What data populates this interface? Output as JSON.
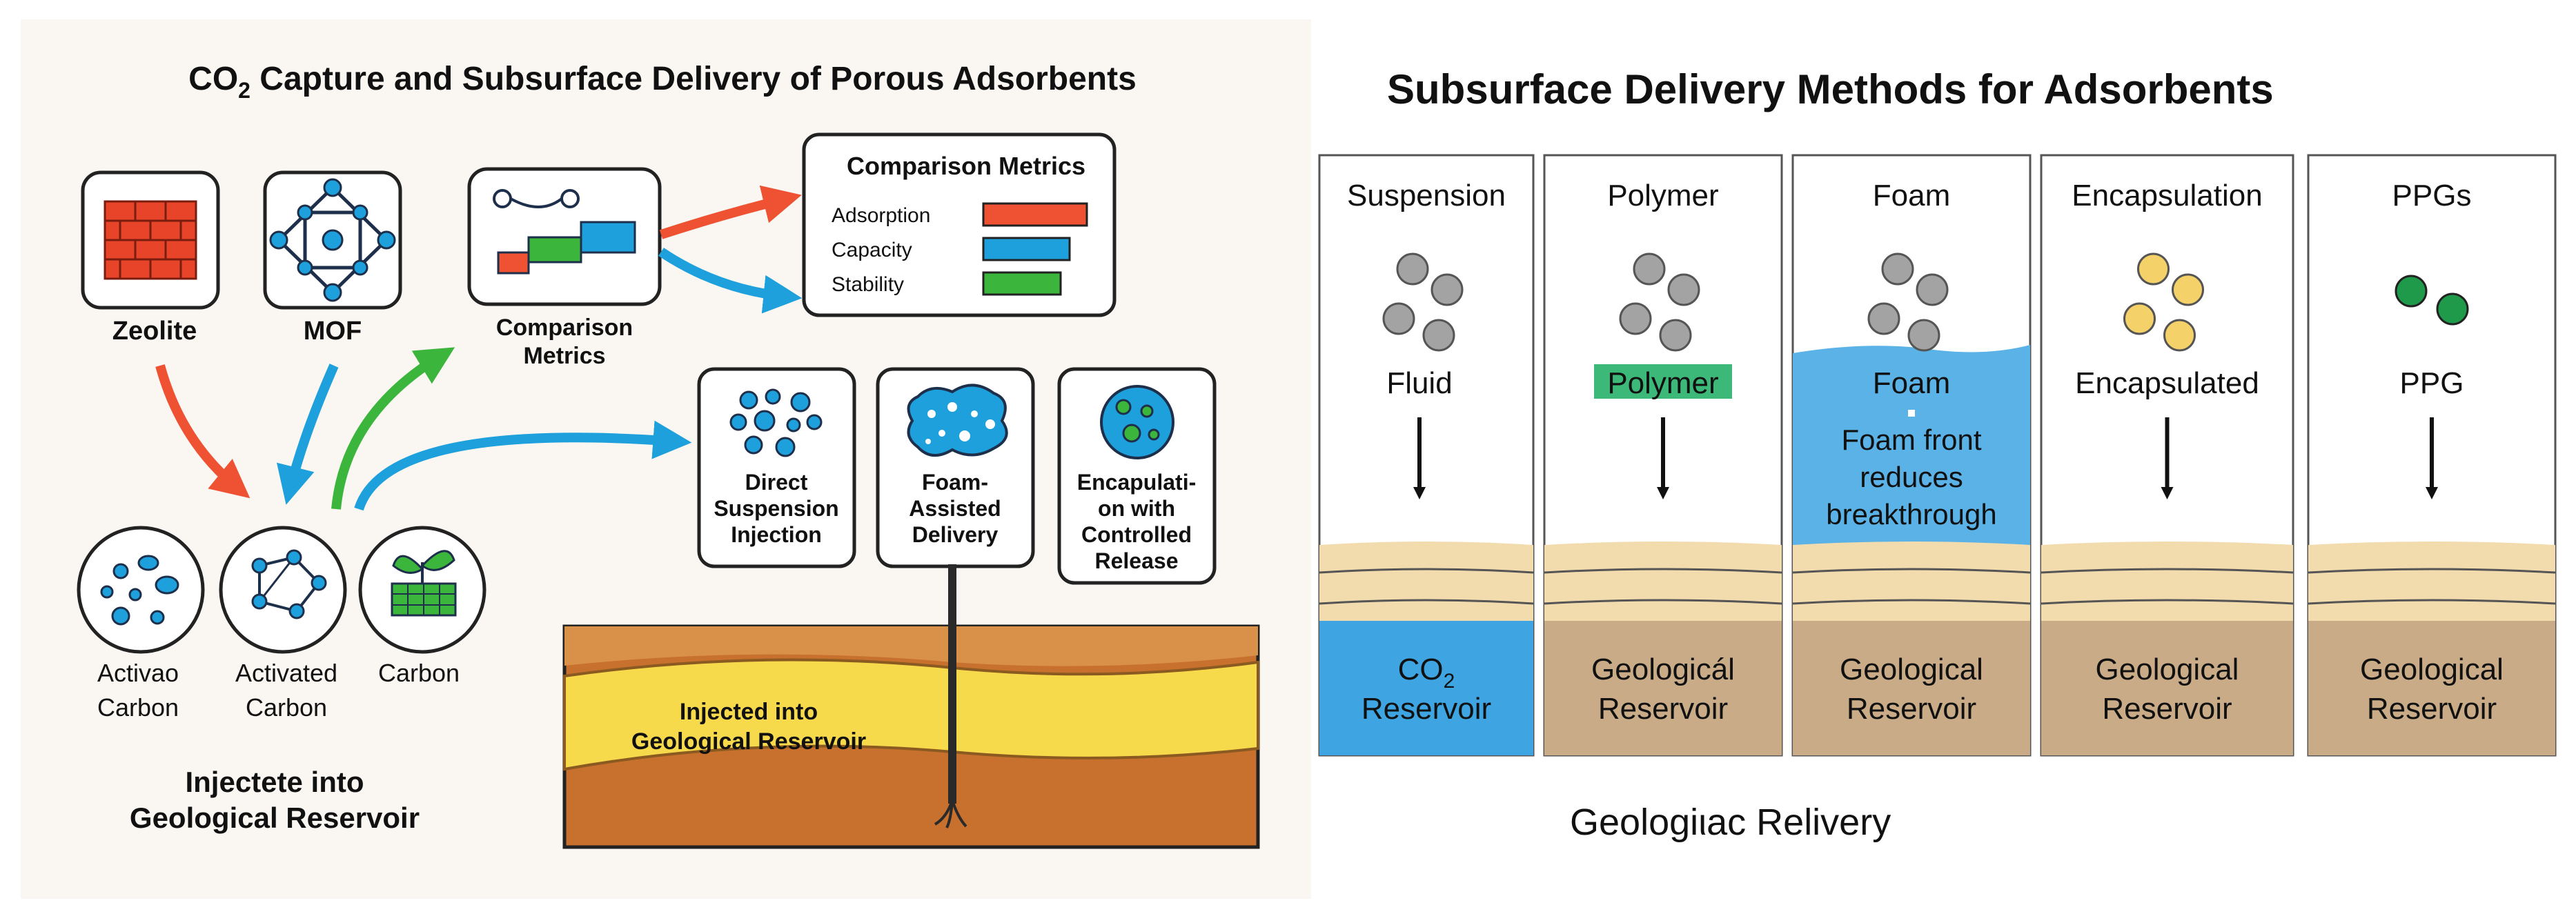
{
  "left_panel": {
    "title_prefix": "CO",
    "title_sub": "2",
    "title_rest": " Capture and Subsurface Delivery of Porous Adsorbents",
    "adsorbents_top": [
      {
        "icon": "brick-wall-icon",
        "label": "Zeolite"
      },
      {
        "icon": "mof-lattice-icon",
        "label": "MOF"
      }
    ],
    "comparison_small": {
      "icon": "bar-blocks-icon",
      "label_line1": "Comparison",
      "label_line2": "Metrics"
    },
    "metrics_box": {
      "title": "Comparison Metrics",
      "rows": [
        {
          "label": "Adsorption",
          "color": "#ee5233"
        },
        {
          "label": "Capacity",
          "color": "#1ea0dc"
        },
        {
          "label": "Stability",
          "color": "#3cb53c"
        }
      ]
    },
    "adsorbents_bottom": [
      {
        "icon": "dots-icon",
        "line1": "Activao",
        "line2": "Carbon"
      },
      {
        "icon": "network-icon",
        "line1": "Activated",
        "line2": "Carbon"
      },
      {
        "icon": "plant-icon",
        "line1": "Carbon",
        "line2": ""
      }
    ],
    "methods": [
      {
        "icon": "suspension-icon",
        "lines": [
          "Direct",
          "Suspension",
          "Injection"
        ]
      },
      {
        "icon": "foam-icon",
        "lines": [
          "Foam-",
          "Assisted",
          "Delivery"
        ]
      },
      {
        "icon": "capsule-icon",
        "lines": [
          "Encapulati-",
          "on with",
          "Controlled",
          "Release"
        ]
      }
    ],
    "reservoir_label_line1": "Injected into",
    "reservoir_label_line2": "Geological Reservoir",
    "bottom_caption_line1": "Injectete into",
    "bottom_caption_line2": "Geological Reservoir",
    "colors": {
      "red_arrow": "#ee5233",
      "blue_arrow": "#1ea0dc",
      "green_arrow": "#3cb53c",
      "rock_brown": "#c8702e",
      "sand_yellow": "#f7d94c"
    }
  },
  "right_panel": {
    "title": "Subsurface Delivery Methods for Adsorbents",
    "columns": [
      {
        "header": "Suspension",
        "label_lines": [
          "Fluid"
        ],
        "particle": "grey",
        "reservoir_prefix": "CO",
        "reservoir_sub": "2",
        "reservoir_line2": "Reservoir",
        "reservoir_color": "#3ea5e2"
      },
      {
        "header": "Polymer",
        "label_lines": [
          "Polymer"
        ],
        "particle": "grey",
        "reservoir_prefix": "Geologicál",
        "reservoir_sub": "",
        "reservoir_line2": "Reservoir",
        "reservoir_color": "#c9ac87"
      },
      {
        "header": "Foam",
        "label_lines": [
          "Foam",
          "Foam front",
          "reduces",
          "breakthrough"
        ],
        "particle": "grey",
        "reservoir_prefix": "Geological",
        "reservoir_sub": "",
        "reservoir_line2": "Reservoir",
        "reservoir_color": "#c9ac87"
      },
      {
        "header": "Encapsulation",
        "label_lines": [
          "Encapsulated"
        ],
        "particle": "yellow",
        "reservoir_prefix": "Geological",
        "reservoir_sub": "",
        "reservoir_line2": "Reservoir",
        "reservoir_color": "#c9ac87"
      },
      {
        "header": "PPGs",
        "label_lines": [
          "PPG"
        ],
        "particle": "green",
        "reservoir_prefix": "Geological",
        "reservoir_sub": "",
        "reservoir_line2": "Reservoir",
        "reservoir_color": "#c9ac87"
      }
    ],
    "caption": "Geologiιac Relivery",
    "colors": {
      "grey_particle": "#a3a3a3",
      "yellow_particle": "#f5d16a",
      "green_particle": "#1f9a4a",
      "polymer_band": "#3cb878",
      "foam_fill": "#5ab2e6",
      "sand": "#f2dcae"
    }
  }
}
